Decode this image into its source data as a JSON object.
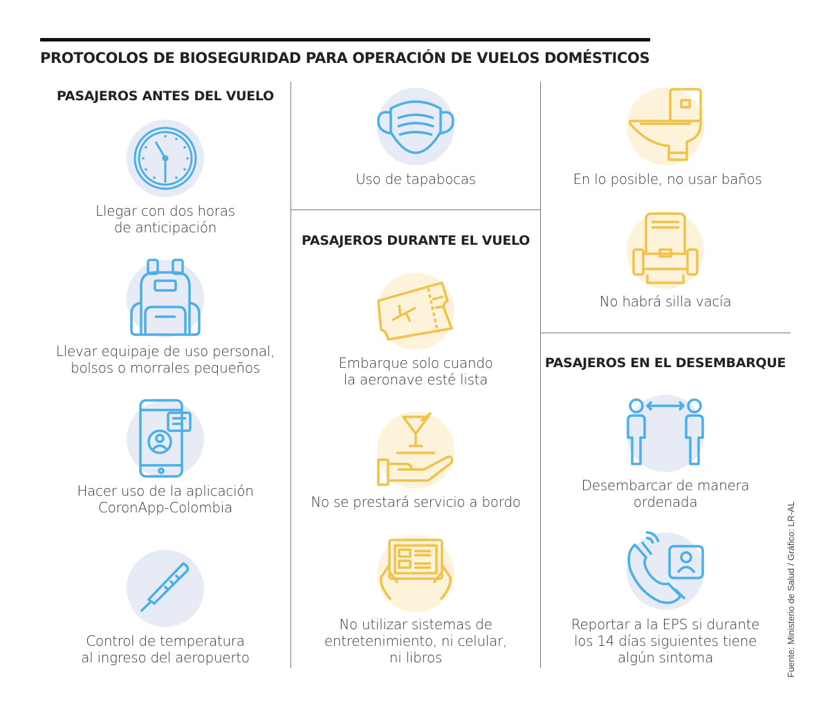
{
  "title": "PROTOCOLOS DE BIOSEGURIDAD PARA OPERACIÓN DE VUELOS DOMÉSTICOS",
  "colors": {
    "blue": "#4aaee8",
    "yellow": "#f0c24a",
    "blue_bg": "#e6ebf6",
    "yellow_bg": "#fdf3da"
  },
  "sections": {
    "antes": {
      "heading": "PASAJEROS ANTES DEL  VUELO",
      "items": [
        {
          "icon": "clock-icon",
          "lines": [
            "Llegar con dos horas",
            "de anticipación"
          ]
        },
        {
          "icon": "backpack-icon",
          "lines": [
            "Llevar equipaje de uso personal,",
            "bolsos o morrales pequeños"
          ]
        },
        {
          "icon": "phone-app-icon",
          "lines": [
            "Hacer uso de la aplicación",
            "CoronApp-Colombia"
          ]
        },
        {
          "icon": "thermometer-icon",
          "lines": [
            "Control de temperatura",
            "al ingreso del aeropuerto"
          ]
        }
      ]
    },
    "general": {
      "items": [
        {
          "icon": "face-mask-icon",
          "lines": [
            "Uso de tapabocas"
          ]
        },
        {
          "icon": "toilet-icon",
          "lines": [
            "En lo posible, no usar baños"
          ]
        }
      ]
    },
    "durante": {
      "heading": "PASAJEROS DURANTE EL VUELO",
      "items": [
        {
          "icon": "boarding-pass-icon",
          "lines": [
            "Embarque solo cuando",
            "la aeronave esté lista"
          ]
        },
        {
          "icon": "serving-hand-icon",
          "lines": [
            "No se prestará servicio a bordo"
          ]
        },
        {
          "icon": "tablet-icon",
          "lines": [
            "No utilizar sistemas de",
            "entretenimiento, ni celular,",
            "ni libros"
          ]
        },
        {
          "icon": "seat-icon",
          "lines": [
            "No habrá silla vacía"
          ]
        }
      ]
    },
    "desembarque": {
      "heading": "PASAJEROS EN EL DESEMBARQUE",
      "items": [
        {
          "icon": "social-distance-icon",
          "lines": [
            "Desembarcar de manera",
            "ordenada"
          ]
        },
        {
          "icon": "phone-call-icon",
          "lines": [
            "Reportar a la EPS si durante",
            "los 14 días siguientes tiene",
            "algún sintoma"
          ]
        }
      ]
    }
  },
  "source": "Fuente: Ministerio de Salud / Gráfico: LR-AL"
}
